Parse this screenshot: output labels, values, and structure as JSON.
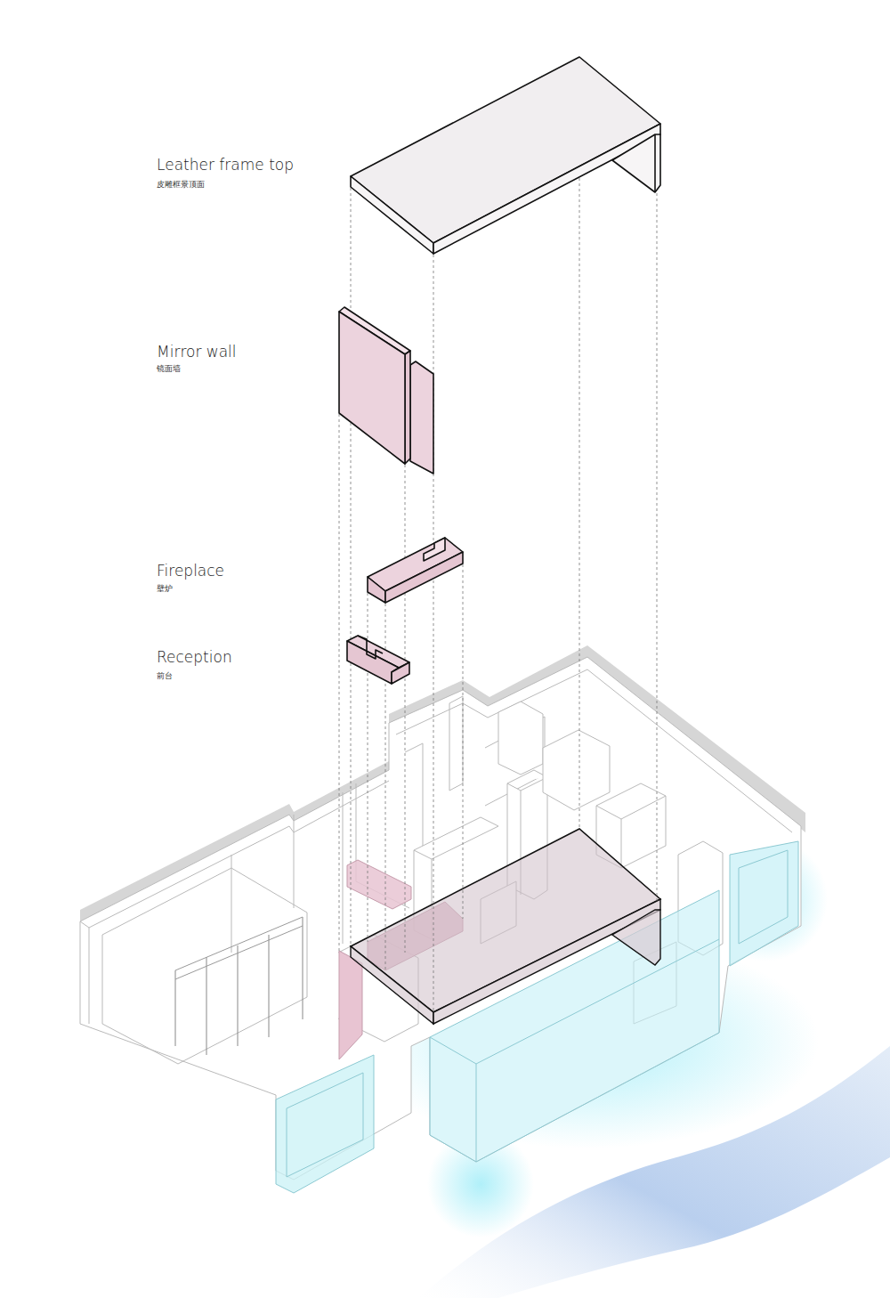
{
  "diagram": {
    "labels": [
      "Leather frame top",
      "皮雕框景顶面",
      "Mirror wall",
      "镜面墙",
      "Fireplace",
      "壁炉",
      "Reception",
      "前台"
    ]
  }
}
